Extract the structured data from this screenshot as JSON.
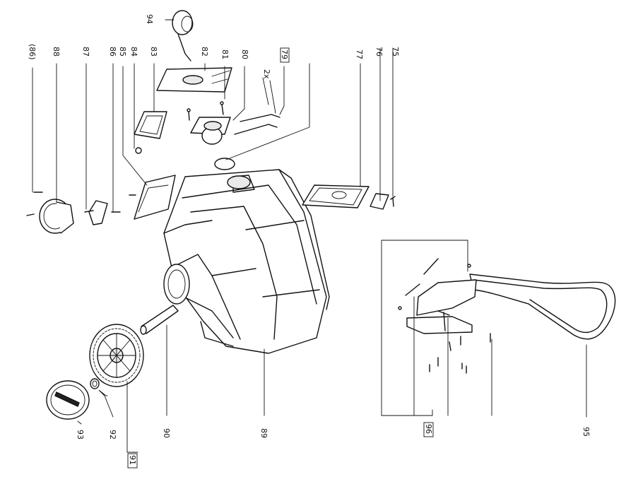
{
  "labels": {
    "p75": "75",
    "p76": "76",
    "p77": "77",
    "p79": "79",
    "p80": "80",
    "p81": "81",
    "p82": "82",
    "p83": "83",
    "p84": "84",
    "p85": "85",
    "p86": "86",
    "p86b": "(86)",
    "p87": "87",
    "p88": "88",
    "p89": "89",
    "p90": "90",
    "p91": "91",
    "p92": "92",
    "p93": "93",
    "p94": "94",
    "p95": "95",
    "p96": "96"
  },
  "annotation_2x": "2x"
}
